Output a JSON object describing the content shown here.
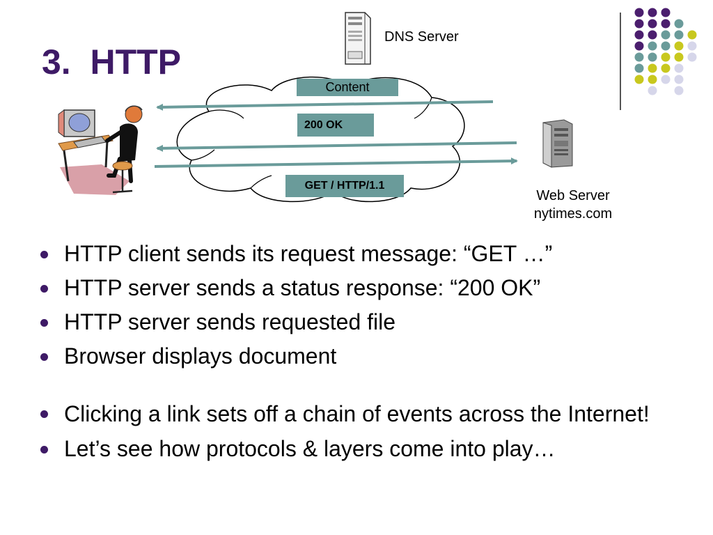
{
  "slide": {
    "title": "3.  HTTP"
  },
  "diagram": {
    "dns_server_label": "DNS Server",
    "web_server_label_line1": "Web Server",
    "web_server_label_line2": "nytimes.com",
    "messages": {
      "content": "Content",
      "status": "200 OK",
      "request": "GET / HTTP/1.1"
    },
    "colors": {
      "arrow": "#6a9b9a",
      "box": "#6a9b9a",
      "title": "#3e1a66"
    }
  },
  "bullets": [
    "HTTP client sends its request message: “GET …”",
    "HTTP server sends a status response: “200 OK”",
    "HTTP server sends requested file",
    "Browser displays document",
    "Clicking a link sets off a chain of events across the Internet!",
    "Let’s see how protocols & layers come into play…"
  ],
  "decoration": {
    "dot_colors": {
      "purple": "#4b1e6e",
      "teal": "#6a9b9a",
      "yellow": "#c8c81e",
      "lavender": "#d6d6ea"
    }
  }
}
